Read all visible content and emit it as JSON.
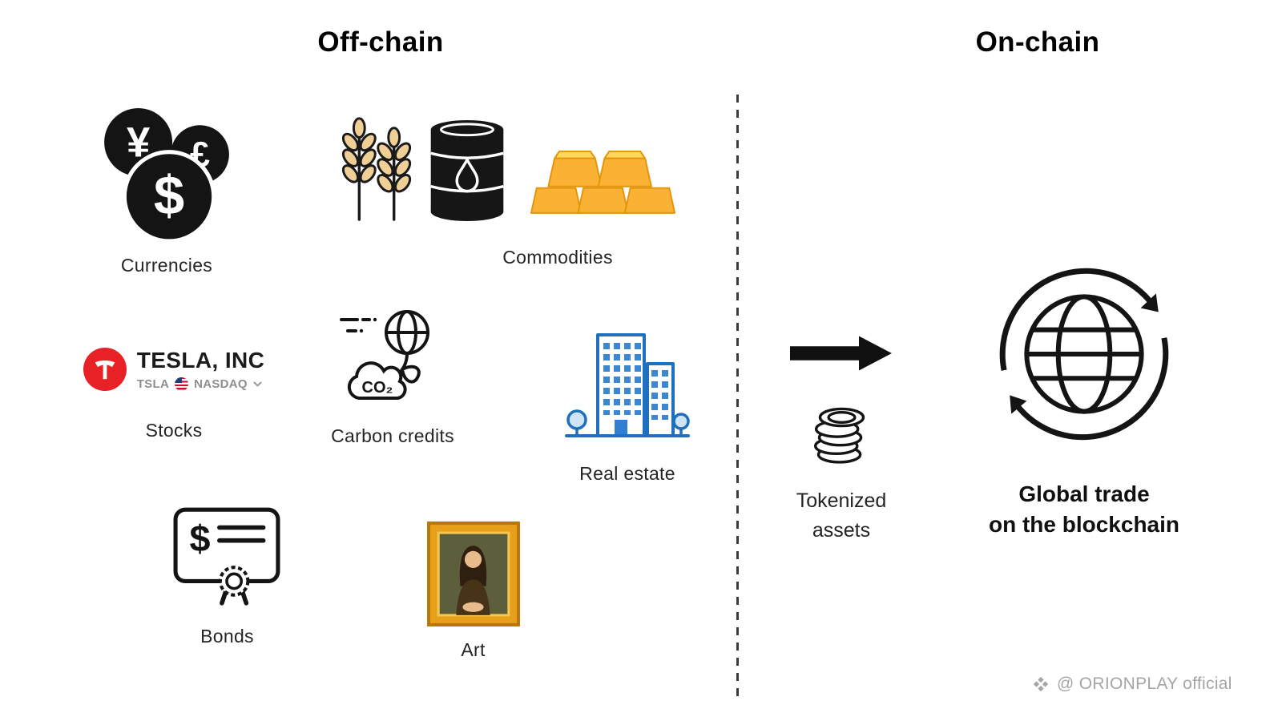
{
  "titles": {
    "off_chain": "Off-chain",
    "on_chain": "On-chain"
  },
  "offchain": {
    "currencies": {
      "label": "Currencies",
      "yen": "¥",
      "pound": "£",
      "dollar": "$"
    },
    "commodities": {
      "label": "Commodities"
    },
    "stocks": {
      "label": "Stocks",
      "company": "TESLA, INC",
      "ticker": "TSLA",
      "exchange": "NASDAQ"
    },
    "carbon": {
      "label": "Carbon credits",
      "co2": "CO₂"
    },
    "real_estate": {
      "label": "Real estate"
    },
    "bonds": {
      "label": "Bonds",
      "dollar": "$"
    },
    "art": {
      "label": "Art"
    }
  },
  "onchain": {
    "tokenized": {
      "line1": "Tokenized",
      "line2": "assets"
    },
    "global_trade": {
      "line1": "Global trade",
      "line2": "on the blockchain"
    }
  },
  "watermark": {
    "text": "@ ORIONPLAY official"
  },
  "colors": {
    "ink": "#141414",
    "tesla_red": "#e82127",
    "gold_front": "#f9b234",
    "gold_top": "#ffd95e",
    "building_blue": "#1e6fc0",
    "wheat": "#f0cf96",
    "frame_gold": "#e8a01b",
    "watermark_gray": "#a5a5a5"
  }
}
